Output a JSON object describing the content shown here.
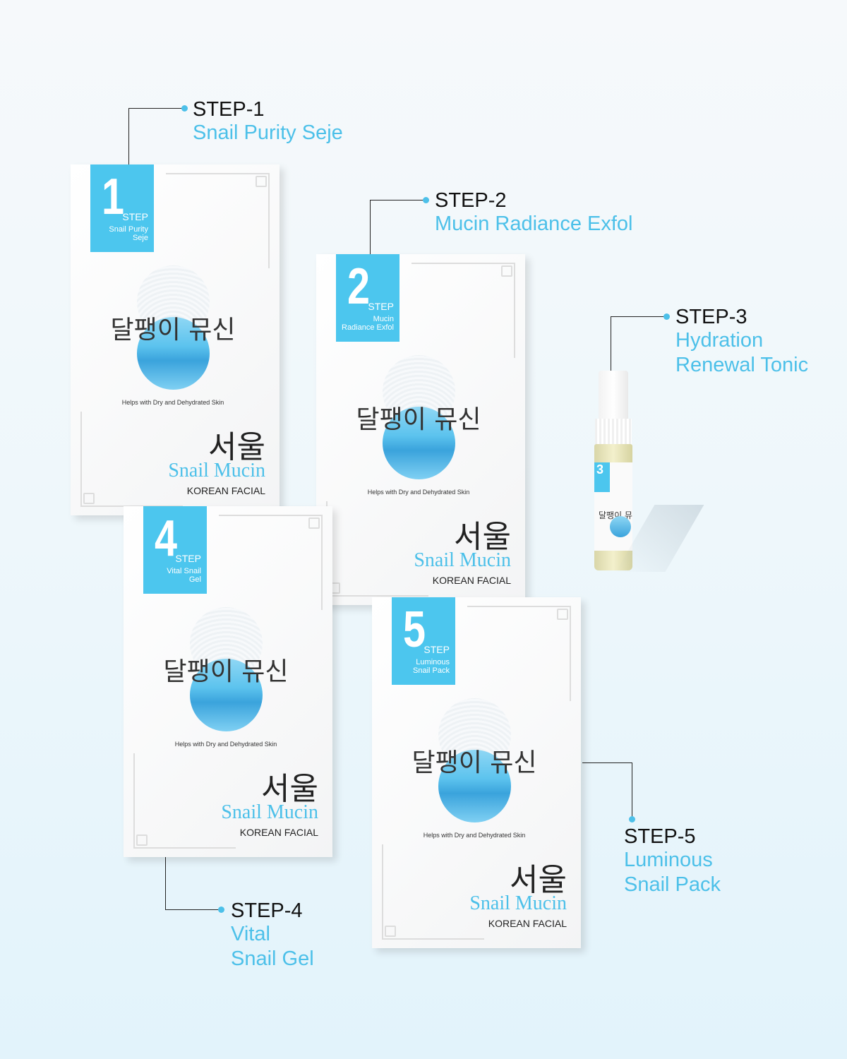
{
  "labels": [
    {
      "title": "STEP-1",
      "subtitle": "Snail Purity Seje"
    },
    {
      "title": "STEP-2",
      "subtitle": "Mucin Radiance Exfol"
    },
    {
      "title": "STEP-3",
      "subtitle": "Hydration\nRenewal Tonic"
    },
    {
      "title": "STEP-4",
      "subtitle": "Vital\nSnail Gel"
    },
    {
      "title": "STEP-5",
      "subtitle": "Luminous\nSnail Pack"
    }
  ],
  "packets": [
    {
      "num": "1",
      "step": "STEP",
      "name": "Snail Purity\nSeje"
    },
    {
      "num": "2",
      "step": "STEP",
      "name": "Mucin\nRadiance Exfol"
    },
    {
      "num": "4",
      "step": "STEP",
      "name": "Vital Snail\nGel"
    },
    {
      "num": "5",
      "step": "STEP",
      "name": "Luminous\nSnail Pack"
    }
  ],
  "packet_text": {
    "korean": "달팽이 뮤신",
    "helps": "Helps with Dry and Dehydrated Skin",
    "seoul": "서울",
    "brand": "Snail Mucin",
    "facial": "KOREAN FACIAL"
  },
  "bottle": {
    "num": "3",
    "korean": "달팽이 뮤"
  },
  "colors": {
    "accent": "#4cc0e9",
    "tab": "#4cc6ee"
  }
}
